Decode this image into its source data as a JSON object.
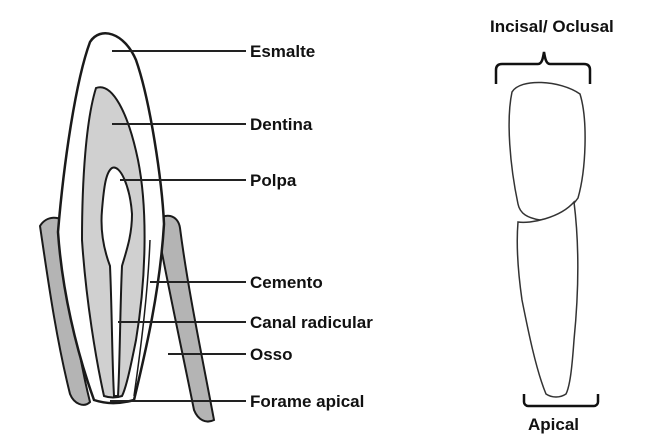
{
  "colors": {
    "outline": "#1a1a1a",
    "enamel": "#ffffff",
    "dentin": "#d0d0d0",
    "pulp": "#ffffff",
    "bone": "#b4b4b4",
    "text": "#111111"
  },
  "labels": {
    "esmalte": "Esmalte",
    "dentina": "Dentina",
    "polpa": "Polpa",
    "cemento": "Cemento",
    "canal_radicular": "Canal radicular",
    "osso": "Osso",
    "forame_apical": "Forame apical",
    "incisal_oclusal": "Incisal/ Oclusal",
    "apical": "Apical"
  },
  "icons": {
    "left": "tooth-cross-section-icon",
    "right": "tooth-profile-icon"
  }
}
